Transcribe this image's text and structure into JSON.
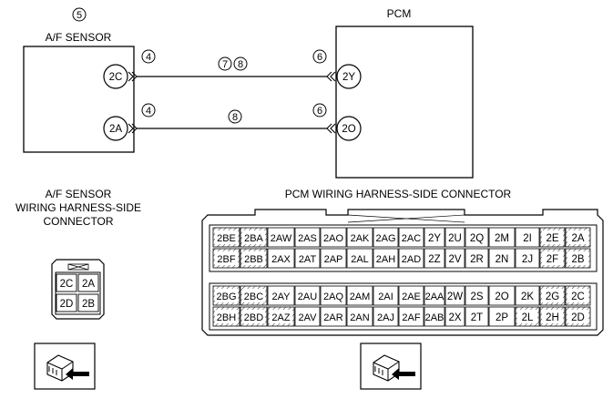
{
  "af_sensor": {
    "ref_number": "5",
    "title": "A/F SENSOR",
    "terminals": [
      "2C",
      "2A"
    ],
    "connector_label": "4"
  },
  "pcm": {
    "title": "PCM",
    "terminals": [
      "2Y",
      "2O"
    ],
    "connector_label": "6"
  },
  "wires": [
    {
      "from": "2C",
      "to": "2Y",
      "labels": [
        "7",
        "8"
      ]
    },
    {
      "from": "2A",
      "to": "2O",
      "labels": [
        "8"
      ]
    }
  ],
  "af_connector": {
    "title_lines": [
      "A/F SENSOR",
      "WIRING HARNESS-SIDE",
      "CONNECTOR"
    ],
    "pins": [
      [
        "2C",
        "2A"
      ],
      [
        "2D",
        "2B"
      ]
    ]
  },
  "pcm_connector": {
    "title": "PCM WIRING HARNESS-SIDE CONNECTOR",
    "top_block": {
      "row1": [
        "2BE",
        "2BA",
        "2AW",
        "2AS",
        "2AO",
        "2AK",
        "2AG",
        "2AC",
        "2Y",
        "2U",
        "2Q",
        "2M",
        "2I",
        "2E",
        "2A"
      ],
      "row2": [
        "2BF",
        "2BB",
        "2AX",
        "2AT",
        "2AP",
        "2AL",
        "2AH",
        "2AD",
        "2Z",
        "2V",
        "2R",
        "2N",
        "2J",
        "2F",
        "2B"
      ]
    },
    "bottom_block": {
      "row1": [
        "2BG",
        "2BC",
        "2AY",
        "2AU",
        "2AQ",
        "2AM",
        "2AI",
        "2AE",
        "2AA",
        "2W",
        "2S",
        "2O",
        "2K",
        "2G",
        "2C"
      ],
      "row2": [
        "2BH",
        "2BD",
        "2AZ",
        "2AV",
        "2AR",
        "2AN",
        "2AJ",
        "2AF",
        "2AB",
        "2X",
        "2T",
        "2P",
        "2L",
        "2H",
        "2D"
      ]
    }
  },
  "icons": [
    "connector-view-icon",
    "connector-view-icon"
  ]
}
